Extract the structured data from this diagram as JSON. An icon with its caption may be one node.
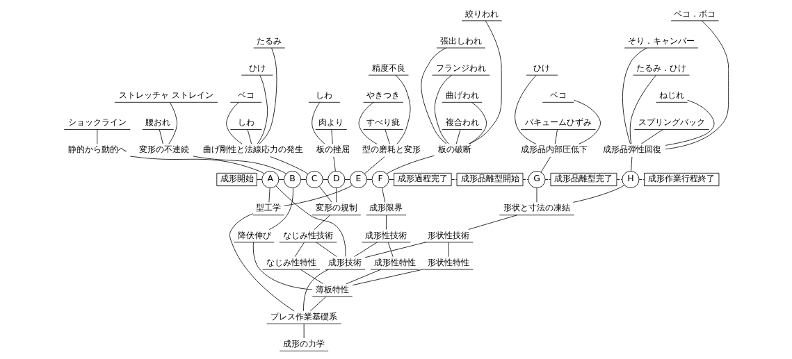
{
  "diagram": {
    "nodes": [
      {
        "text": [
          "成形開始"
        ]
      },
      {
        "text": [
          "A"
        ]
      },
      {
        "text": [
          "B"
        ]
      },
      {
        "text": [
          "C"
        ]
      },
      {
        "text": [
          "D"
        ]
      },
      {
        "text": [
          "E"
        ]
      },
      {
        "text": [
          "F"
        ]
      },
      {
        "text": [
          "成形過程完了"
        ]
      },
      {
        "text": [
          "成形品離型開始"
        ]
      },
      {
        "text": [
          "G"
        ]
      },
      {
        "text": [
          "成形品離型完了"
        ]
      },
      {
        "text": [
          "H"
        ]
      },
      {
        "text": [
          "成形作業行程終了"
        ]
      },
      {
        "text": [
          "静的から動的へ"
        ]
      },
      {
        "text": [
          "ショックライン"
        ]
      },
      {
        "text": [
          "変形の不連続"
        ]
      },
      {
        "text": [
          "ストレッチャ ストレイン"
        ]
      },
      {
        "text": [
          "腰おれ"
        ]
      },
      {
        "text": [
          "曲げ剛性と法線応力の発生"
        ]
      },
      {
        "text": [
          "たるみ"
        ]
      },
      {
        "text": [
          "ひけ"
        ]
      },
      {
        "text": [
          "ベコ"
        ]
      },
      {
        "text": [
          "しわ"
        ]
      },
      {
        "text": [
          "板の挫屈"
        ]
      },
      {
        "text": [
          "しわ"
        ]
      },
      {
        "text": [
          "肉より"
        ]
      },
      {
        "text": [
          "型の磨耗と変形"
        ]
      },
      {
        "text": [
          "精度不良"
        ]
      },
      {
        "text": [
          "やきつき"
        ]
      },
      {
        "text": [
          "すべり疵"
        ]
      },
      {
        "text": [
          "板の破断"
        ]
      },
      {
        "text": [
          "絞りわれ"
        ]
      },
      {
        "text": [
          "張出しわれ"
        ]
      },
      {
        "text": [
          "フランジわれ"
        ]
      },
      {
        "text": [
          "曲げわれ"
        ]
      },
      {
        "text": [
          "複合われ"
        ]
      },
      {
        "text": [
          "成形品内部圧低下"
        ]
      },
      {
        "text": [
          "ひけ"
        ]
      },
      {
        "text": [
          "ベコ"
        ]
      },
      {
        "text": [
          "バキュームひずみ"
        ]
      },
      {
        "text": [
          "成形品弾性回復"
        ]
      },
      {
        "text": [
          "ベコ . ボコ"
        ]
      },
      {
        "text": [
          "そり . キャンバー"
        ]
      },
      {
        "text": [
          "たるみ . ひけ"
        ]
      },
      {
        "text": [
          "ねじれ"
        ]
      },
      {
        "text": [
          "スプリングバック"
        ]
      },
      {
        "text": [
          "変形の規制"
        ]
      },
      {
        "text": [
          "なじみ性技術"
        ]
      },
      {
        "text": [
          "降伏伸び"
        ]
      },
      {
        "text": [
          "なじみ性特性"
        ]
      },
      {
        "text": [
          "成形限界"
        ]
      },
      {
        "text": [
          "成形性技術"
        ]
      },
      {
        "text": [
          "成形性特性"
        ]
      },
      {
        "text": [
          "形状と寸法の凍結"
        ]
      },
      {
        "text": [
          "形状性技術"
        ]
      },
      {
        "text": [
          "形状性特性"
        ]
      },
      {
        "text": [
          "成形技術"
        ]
      },
      {
        "text": [
          "薄板特性"
        ]
      },
      {
        "text": [
          "型工学"
        ]
      },
      {
        "text": [
          "プレス作業基礎系"
        ]
      },
      {
        "text": [
          "成形の力学"
        ]
      }
    ],
    "edges": [
      {
        "from": 0,
        "to": 1,
        "arrow": "none"
      },
      {
        "from": 1,
        "to": 2,
        "arrow": "none"
      },
      {
        "from": 2,
        "to": 3,
        "arrow": "none"
      },
      {
        "from": 3,
        "to": 4,
        "arrow": "none"
      },
      {
        "from": 4,
        "to": 5,
        "arrow": "none"
      },
      {
        "from": 5,
        "to": 6,
        "arrow": "none"
      },
      {
        "from": 6,
        "to": 7,
        "arrow": "none"
      },
      {
        "from": 7,
        "to": 8,
        "arrow": "none",
        "style": "dashed"
      },
      {
        "from": 8,
        "to": 9,
        "arrow": "none",
        "style": "dashed"
      },
      {
        "from": 9,
        "to": 10,
        "arrow": "none",
        "style": "dashed"
      },
      {
        "from": 10,
        "to": 11,
        "arrow": "none",
        "style": "dashed"
      },
      {
        "from": 11,
        "to": 12,
        "arrow": "none",
        "style": "dashed"
      },
      {
        "from": 13,
        "to": 1,
        "arrow": "none"
      },
      {
        "from": 14,
        "to": 13,
        "arrow": "none"
      },
      {
        "from": 15,
        "to": 2,
        "arrow": "none"
      },
      {
        "from": 16,
        "to": 15,
        "arrow": "none"
      },
      {
        "from": 17,
        "to": 15,
        "arrow": "none"
      },
      {
        "from": 18,
        "to": 3,
        "arrow": "none"
      },
      {
        "from": 19,
        "to": 18,
        "arrow": "none"
      },
      {
        "from": 20,
        "to": 18,
        "arrow": "none"
      },
      {
        "from": 21,
        "to": 18,
        "arrow": "none"
      },
      {
        "from": 22,
        "to": 18,
        "arrow": "none"
      },
      {
        "from": 23,
        "to": 4,
        "arrow": "none"
      },
      {
        "from": 24,
        "to": 23,
        "arrow": "none"
      },
      {
        "from": 25,
        "to": 23,
        "arrow": "none"
      },
      {
        "from": 26,
        "to": 5,
        "arrow": "none"
      },
      {
        "from": 27,
        "to": 26,
        "arrow": "none"
      },
      {
        "from": 28,
        "to": 26,
        "arrow": "none"
      },
      {
        "from": 29,
        "to": 26,
        "arrow": "none"
      },
      {
        "from": 30,
        "to": 6,
        "arrow": "none"
      },
      {
        "from": 31,
        "to": 30,
        "arrow": "none"
      },
      {
        "from": 32,
        "to": 30,
        "arrow": "none"
      },
      {
        "from": 33,
        "to": 30,
        "arrow": "none"
      },
      {
        "from": 34,
        "to": 30,
        "arrow": "none"
      },
      {
        "from": 35,
        "to": 30,
        "arrow": "none"
      },
      {
        "from": 36,
        "to": 9,
        "arrow": "none"
      },
      {
        "from": 37,
        "to": 36,
        "arrow": "none"
      },
      {
        "from": 38,
        "to": 36,
        "arrow": "none"
      },
      {
        "from": 39,
        "to": 36,
        "arrow": "none"
      },
      {
        "from": 40,
        "to": 11,
        "arrow": "none"
      },
      {
        "from": 41,
        "to": 40,
        "arrow": "none"
      },
      {
        "from": 42,
        "to": 40,
        "arrow": "none"
      },
      {
        "from": 43,
        "to": 40,
        "arrow": "none"
      },
      {
        "from": 44,
        "to": 40,
        "arrow": "none"
      },
      {
        "from": 45,
        "to": 40,
        "arrow": "none"
      },
      {
        "from": 1,
        "to": 56,
        "arrow": "none"
      },
      {
        "from": 1,
        "to": 58,
        "arrow": "none"
      },
      {
        "from": 2,
        "to": 48,
        "arrow": "none"
      },
      {
        "from": 48,
        "to": 57,
        "arrow": "none"
      },
      {
        "from": 3,
        "to": 46,
        "arrow": "none"
      },
      {
        "from": 4,
        "to": 46,
        "arrow": "none"
      },
      {
        "from": 46,
        "to": 47,
        "arrow": "none"
      },
      {
        "from": 47,
        "to": 56,
        "arrow": "none"
      },
      {
        "from": 47,
        "to": 49,
        "arrow": "none"
      },
      {
        "from": 49,
        "to": 57,
        "arrow": "none"
      },
      {
        "from": 5,
        "to": 58,
        "arrow": "none"
      },
      {
        "from": 6,
        "to": 50,
        "arrow": "none"
      },
      {
        "from": 50,
        "to": 51,
        "arrow": "none"
      },
      {
        "from": 51,
        "to": 56,
        "arrow": "none"
      },
      {
        "from": 51,
        "to": 52,
        "arrow": "none"
      },
      {
        "from": 52,
        "to": 57,
        "arrow": "none"
      },
      {
        "from": 9,
        "to": 53,
        "arrow": "none"
      },
      {
        "from": 11,
        "to": 53,
        "arrow": "none"
      },
      {
        "from": 53,
        "to": 54,
        "arrow": "none"
      },
      {
        "from": 54,
        "to": 56,
        "arrow": "none"
      },
      {
        "from": 54,
        "to": 55,
        "arrow": "none"
      },
      {
        "from": 55,
        "to": 57,
        "arrow": "none"
      },
      {
        "from": 56,
        "to": 59,
        "arrow": "none"
      },
      {
        "from": 57,
        "to": 59,
        "arrow": "none"
      },
      {
        "from": 58,
        "to": 59,
        "arrow": "none"
      },
      {
        "from": 59,
        "to": 60,
        "arrow": "none"
      }
    ]
  }
}
